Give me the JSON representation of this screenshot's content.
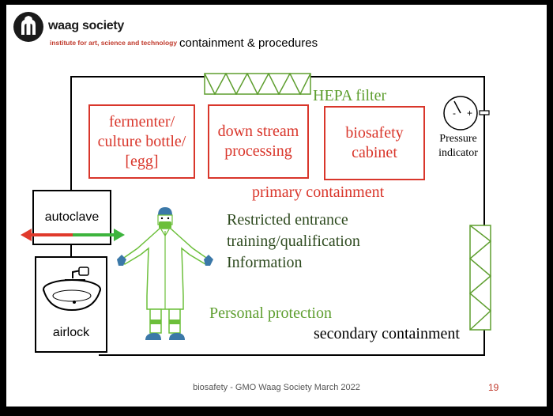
{
  "logo": {
    "name": "waag society",
    "tagline": "institute for art, science and technology"
  },
  "slide_title": "containment & procedures",
  "primary_boxes": [
    {
      "lines": [
        "fermenter/",
        "culture bottle/",
        "[egg]"
      ]
    },
    {
      "lines": [
        "down stream",
        "processing"
      ]
    },
    {
      "lines": [
        "biosafety",
        "cabinet"
      ]
    }
  ],
  "hepa_label": "HEPA filter",
  "pressure": {
    "lines": [
      "Pressure",
      "indicator"
    ],
    "minus": "-",
    "plus": "+"
  },
  "primary_label": "primary containment",
  "procedures": [
    "Restricted entrance",
    "training/qualification",
    "Information"
  ],
  "personal_label": "Personal protection",
  "secondary_label": "secondary containment",
  "autoclave_label": "autoclave",
  "airlock_label": "airlock",
  "footer": "biosafety - GMO Waag Society March 2022",
  "page_number": "19",
  "colors": {
    "red": "#d9362b",
    "green": "#5e9e2f",
    "dark_green": "#2e4a1f",
    "arrow_red": "#e03a2c",
    "arrow_green": "#3db43d",
    "figure_blue": "#3b78a8",
    "figure_green": "#6cbf3a"
  }
}
